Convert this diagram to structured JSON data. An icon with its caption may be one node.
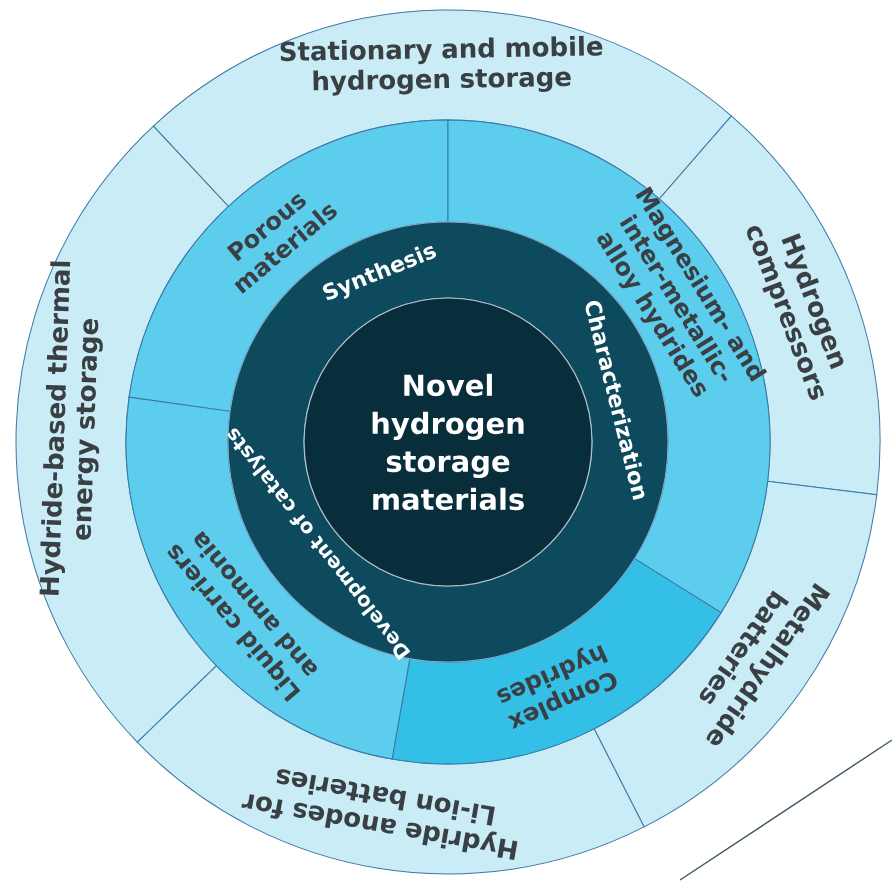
{
  "diagram": {
    "nodes": [
      {
        "text": [
          "Novel hydrogen storage materials"
        ],
        "in": 1
      },
      {
        "text": [
          "Synthesis",
          "Characterization",
          "Development of catalysts"
        ]
      },
      {
        "text": [
          "Porous materials"
        ]
      },
      {
        "text": [
          "Magnesium- and inter-metallic-alloy hydrides"
        ]
      },
      {
        "text": [
          "Complex hydrides"
        ]
      },
      {
        "text": [
          "Liquid carriers and ammonia"
        ]
      },
      {
        "text": [
          "Stationary and mobile hydrogen storage"
        ]
      },
      {
        "text": [
          "Hydrogen compressors"
        ]
      },
      {
        "text": [
          "Metalhydride batteries"
        ]
      },
      {
        "text": [
          "Hydride anodes for Li-ion batteries"
        ]
      },
      {
        "text": [
          "Hydride-based thermal energy storage"
        ]
      }
    ]
  }
}
